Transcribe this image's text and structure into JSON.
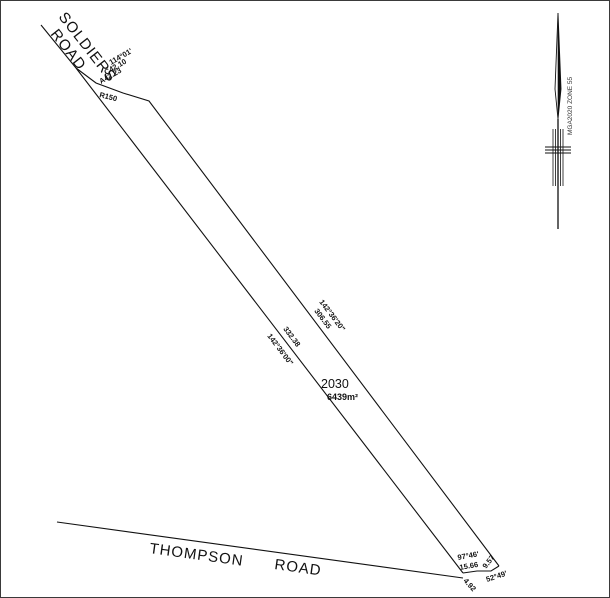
{
  "roads": {
    "soldiers_line1": "SOLDIERS",
    "soldiers_line2": "ROAD",
    "thompson": "THOMPSON",
    "thompson_road": "ROAD"
  },
  "lot": {
    "number": "2030",
    "area": "6439m²"
  },
  "curve": {
    "bearing": "114°01'",
    "chord": "C42.10",
    "arc": "A42.23",
    "radius": "R150"
  },
  "dimensions": {
    "east_bearing": "142°36'20\"",
    "east_length": "306.55",
    "west_length": "332.38",
    "west_bearing": "142°36'00\"",
    "south_bearing": "97°46'",
    "south_length": "15.66",
    "corner_length": "9.57",
    "corner_bearing": "52°49'",
    "bottom_length": "4.92"
  },
  "north_arrow": {
    "label": "MGA2020 ZONE 55"
  }
}
